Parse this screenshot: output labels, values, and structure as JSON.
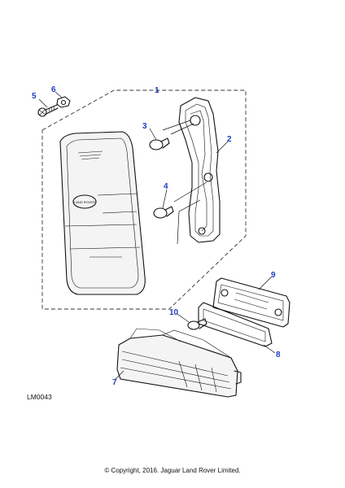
{
  "callouts": [
    {
      "id": "1",
      "label": "1"
    },
    {
      "id": "2",
      "label": "2"
    },
    {
      "id": "3",
      "label": "3"
    },
    {
      "id": "4",
      "label": "4"
    },
    {
      "id": "5",
      "label": "5"
    },
    {
      "id": "6",
      "label": "6"
    },
    {
      "id": "7",
      "label": "7"
    },
    {
      "id": "8",
      "label": "8"
    },
    {
      "id": "9",
      "label": "9"
    },
    {
      "id": "10",
      "label": "10"
    }
  ],
  "badge_text": "LAND ROVER",
  "ref_code": "LM0043",
  "copyright": "© Copyright, 2016. Jaguar Land Rover Limited.",
  "colors": {
    "callout": "#1f3fbf",
    "line": "#111111",
    "background": "#ffffff"
  }
}
